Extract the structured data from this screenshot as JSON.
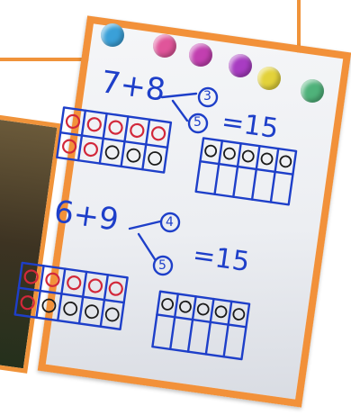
{
  "photo": {
    "subject": "whiteboard",
    "colors": {
      "frame": "#f0933a",
      "ink": "#1e3fc9",
      "red": "#d2283a"
    },
    "magnets": [
      "#3aa0d8",
      "#e0559a",
      "#c23fb0",
      "#a83cc2",
      "#e3d23a",
      "#4fb27a"
    ]
  },
  "problems": [
    {
      "expr": "7+8",
      "split": [
        "3",
        "5"
      ],
      "result": "=15"
    },
    {
      "expr": "6+9",
      "split": [
        "4",
        "5"
      ],
      "result": "=15"
    }
  ]
}
